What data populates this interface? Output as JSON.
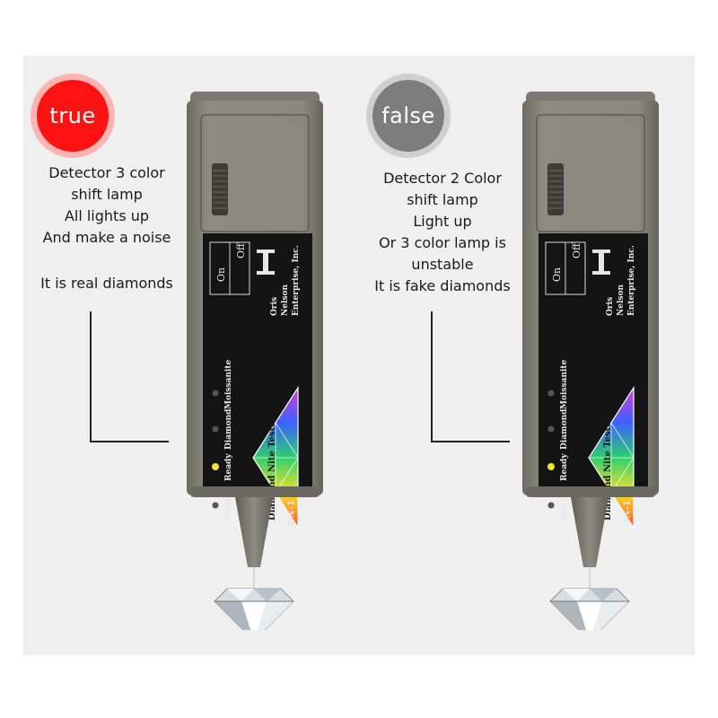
{
  "panels": [
    {
      "badge": {
        "text": "true",
        "color": "#ff1010",
        "glow": "#ff9a9a"
      },
      "lines": [
        "Detector 3 color",
        "shift lamp",
        "All lights up",
        "And make a noise"
      ],
      "verdict": "It is real diamonds",
      "ready_lamp": "#f4e23a",
      "wait_lamp": "#555555"
    },
    {
      "badge": {
        "text": "false",
        "color": "#7a7a7a",
        "glow": "#c9c9c9"
      },
      "lines": [
        "Detector 2 Color",
        "shift lamp",
        "Light up",
        "Or 3 color lamp is",
        "unstable",
        "It is fake diamonds"
      ],
      "verdict": "",
      "ready_lamp": "#f4e23a",
      "wait_lamp": "#555555"
    }
  ],
  "device": {
    "switch_on": "On",
    "switch_off": "Off",
    "brand": [
      "Oris",
      "Nelson",
      "Enterprise, Inc."
    ],
    "lamps": [
      "Moissanite",
      "Diamond",
      "Ready",
      "Wait"
    ],
    "product_name": "Diamond Nite Tester",
    "model": "DN-1"
  }
}
